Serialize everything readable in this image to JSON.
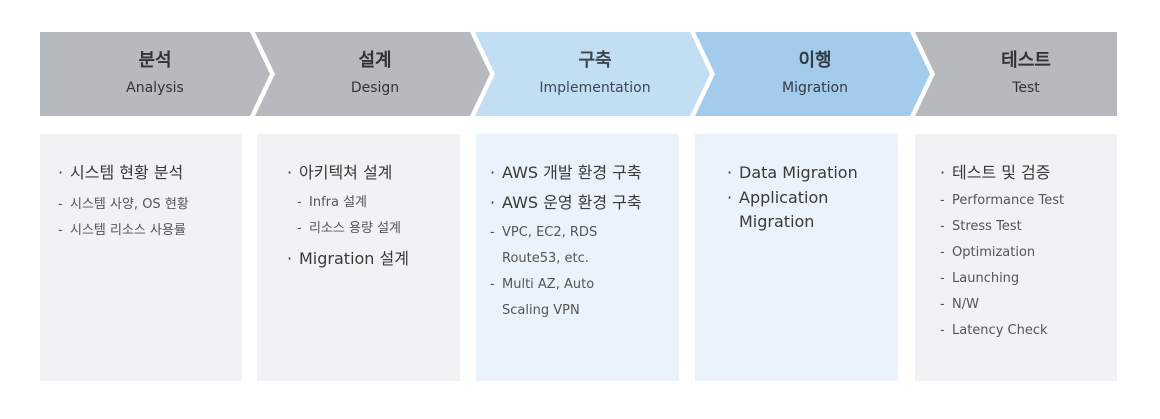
{
  "colors": {
    "gray": "#b6babe",
    "gray_text": "#333333",
    "light_blue": "#c2def2",
    "light_blue_text": "#3c4856",
    "mid_blue": "#a2cbec",
    "mid_blue_text": "#333a44",
    "box_gray": "#f1f2f4",
    "box_blue": "#eaf3fb"
  },
  "steps": [
    {
      "title": "분석",
      "subtitle": "Analysis",
      "items": [
        {
          "bullet": "시스템 현황 분석",
          "subs": [
            "시스템 사양, OS 현황",
            "시스템 리소스 사용률"
          ]
        }
      ]
    },
    {
      "title": "설계",
      "subtitle": "Design",
      "items": [
        {
          "bullet": "아키텍쳐 설계",
          "subs": [
            "Infra 설계",
            "리소스 용량 설계"
          ]
        },
        {
          "bullet": "Migration 설계",
          "subs": []
        }
      ]
    },
    {
      "title": "구축",
      "subtitle": "Implementation",
      "items": [
        {
          "bullet": "AWS 개발 환경 구축",
          "subs": []
        },
        {
          "bullet": "AWS 운영 환경 구축",
          "subs": [
            "VPC, EC2, RDS",
            "Route53, etc.",
            "Multi AZ, Auto",
            "Scaling VPN"
          ]
        }
      ]
    },
    {
      "title": "이행",
      "subtitle": "Migration",
      "items": [
        {
          "bullet": "Data Migration",
          "subs": []
        },
        {
          "bullet": "Application Migration",
          "subs": []
        }
      ]
    },
    {
      "title": "테스트",
      "subtitle": "Test",
      "items": [
        {
          "bullet": "테스트 및 검증",
          "subs": [
            "Performance Test",
            "Stress Test",
            "Optimization",
            "Launching",
            "N/W",
            "Latency Check"
          ]
        }
      ]
    }
  ]
}
